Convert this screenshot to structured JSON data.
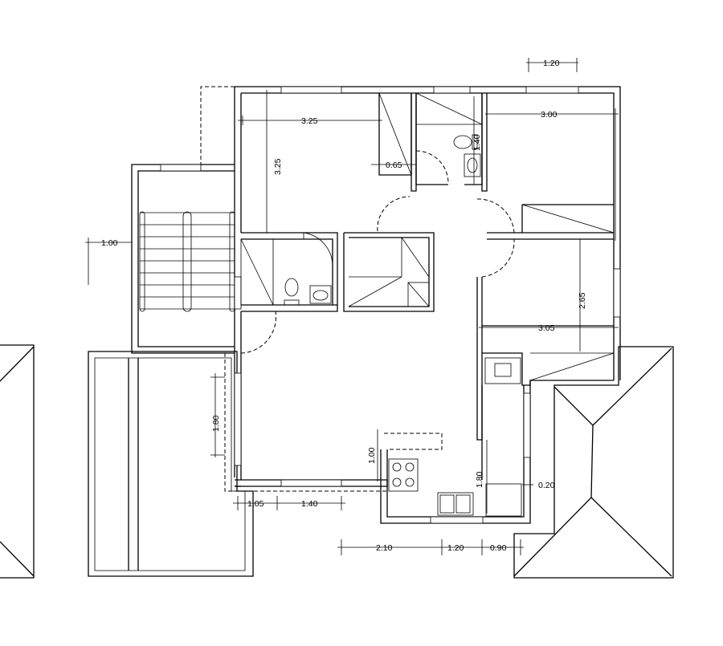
{
  "dimensions": {
    "top_window": "1.20",
    "living_width": "3.25",
    "living_depth": "3.25",
    "closet_width": "0.65",
    "bath_width": "1.40",
    "bedroom_top_width": "3.00",
    "stair_width": "1.00",
    "bedroom_right_depth": "2.65",
    "bedroom_right_width": "3.05",
    "west_window_height": "1.80",
    "counter_depth": "1.00",
    "kitchen_depth": "1.80",
    "kitchen_offset": "0.20",
    "bottom_left_a": "1.05",
    "bottom_left_b": "1.40",
    "bottom_right_a": "2.10",
    "bottom_right_b": "1.20",
    "bottom_right_c": "0.90"
  }
}
